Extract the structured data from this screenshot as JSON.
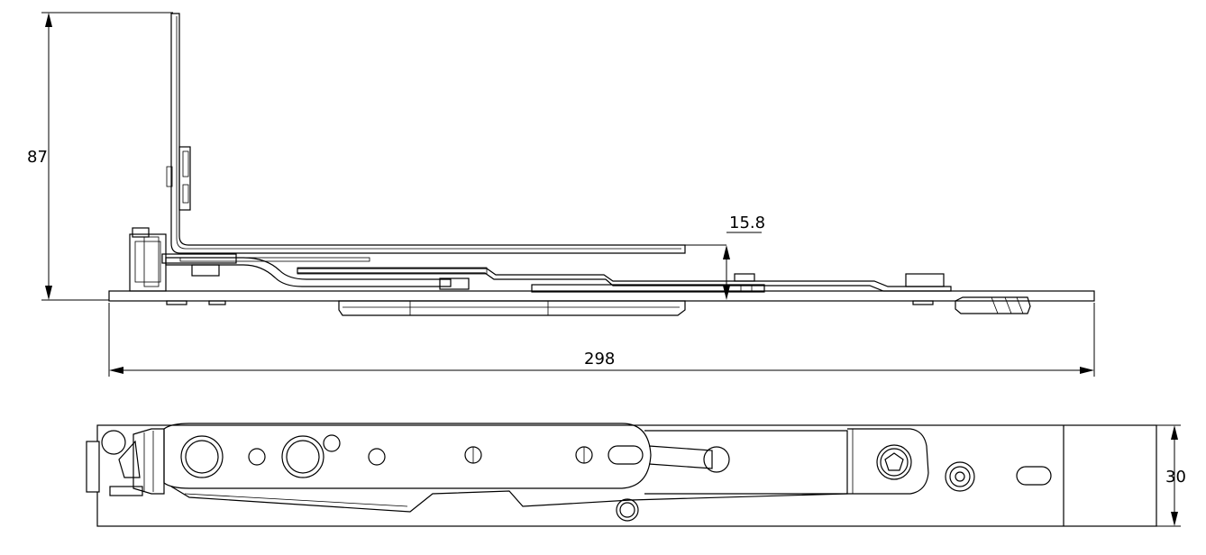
{
  "dimensions": {
    "height_label": "87",
    "offset_label": "15.8",
    "length_label": "298",
    "width_label": "30"
  },
  "colors": {
    "line": "#000000",
    "background": "#ffffff"
  }
}
